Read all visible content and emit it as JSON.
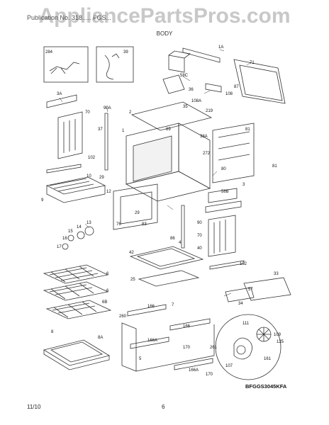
{
  "watermark": "AppliancePartsPros.com",
  "header": {
    "left_text": "Publication No. 318..... FGS...",
    "section": "BODY"
  },
  "labels": {
    "l284": "284",
    "l39": "39",
    "l1A": "1A",
    "l71": "71",
    "l58C": "58C",
    "l36": "36",
    "l87": "87",
    "l108": "108",
    "l3A": "3A",
    "l70": "70",
    "l90A": "90A",
    "l35": "35",
    "l108A": "108A",
    "l219": "219",
    "l2": "2",
    "l89": "89",
    "l81a": "81",
    "l37": "37",
    "l38A": "38A",
    "l1": "1",
    "l272": "272",
    "l102a": "102",
    "l80": "80",
    "l81b": "81",
    "l10": "10",
    "l29a": "29",
    "l12": "12",
    "l58B": "58B",
    "l3": "3",
    "l9": "9",
    "l29b": "29",
    "l83": "83",
    "l90": "90",
    "l76": "76",
    "l15": "15",
    "l14": "14",
    "l13": "13",
    "l86": "86",
    "l16": "16",
    "l4": "4",
    "l70b": "70",
    "l17": "17",
    "l42": "42",
    "l40": "40",
    "l102b": "102",
    "l33": "33",
    "l6a": "6",
    "l25": "25",
    "l57": "57",
    "l6b": "6",
    "l34": "34",
    "l6B": "6B",
    "l166a": "166",
    "l7": "7",
    "l260": "260",
    "l111": "111",
    "l166b": "166",
    "l166A": "166A",
    "l109": "109",
    "l8": "8",
    "l8A": "8A",
    "l170a": "170",
    "l125": "125",
    "l261": "261",
    "l161": "161",
    "l5": "5",
    "l166Ab": "166A",
    "l107": "107",
    "l170b": "170",
    "code": "BFGGS3045KFA"
  },
  "footer": {
    "date": "11/10",
    "page": "6"
  }
}
